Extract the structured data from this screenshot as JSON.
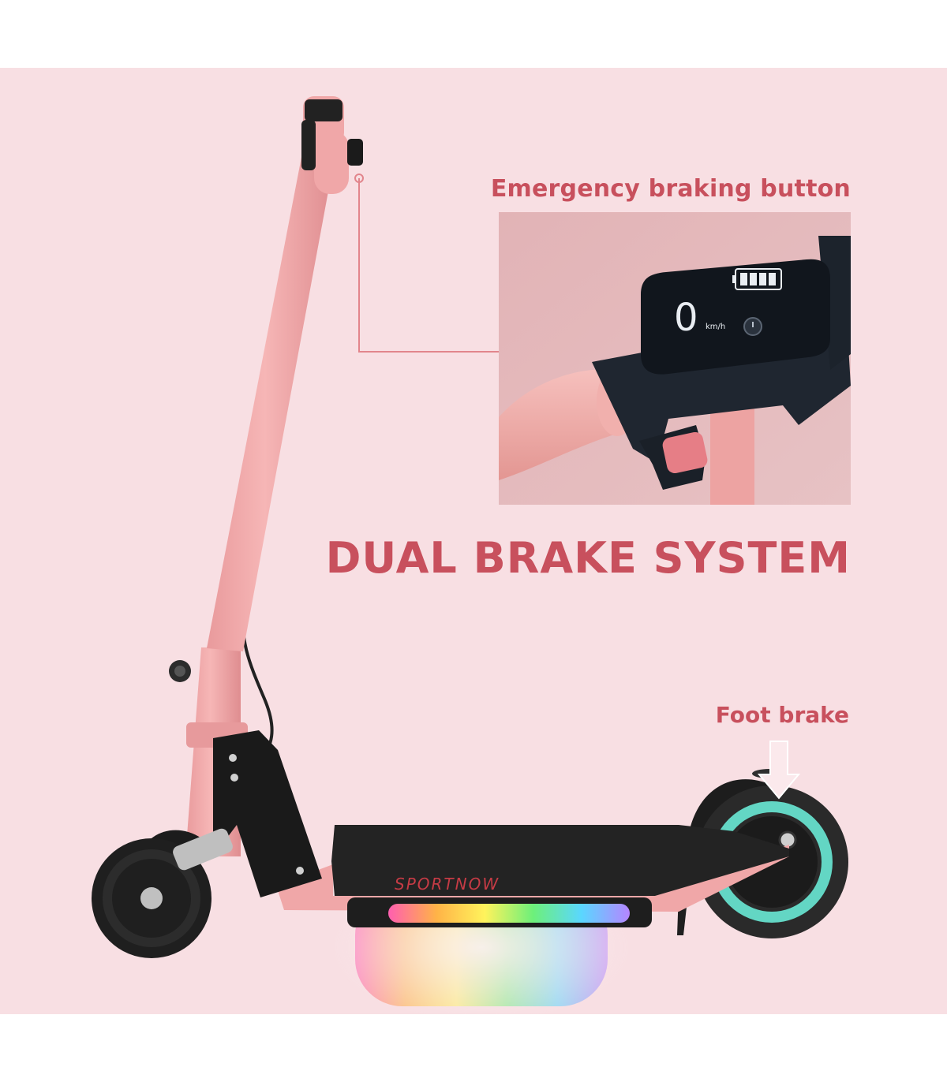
{
  "labels": {
    "emergency_brake": "Emergency braking button",
    "headline": "DUAL BRAKE SYSTEM",
    "foot_brake": "Foot brake"
  },
  "display": {
    "speed_value": "0",
    "speed_unit": "km/h"
  },
  "deck": {
    "brand": "SPORTNOW"
  },
  "colors": {
    "background": "#f8dfe3",
    "frame": "#f0a7a8",
    "text": "#c8505d",
    "wheel_ring": "#63d6c4",
    "callout_line": "#e2858c"
  }
}
